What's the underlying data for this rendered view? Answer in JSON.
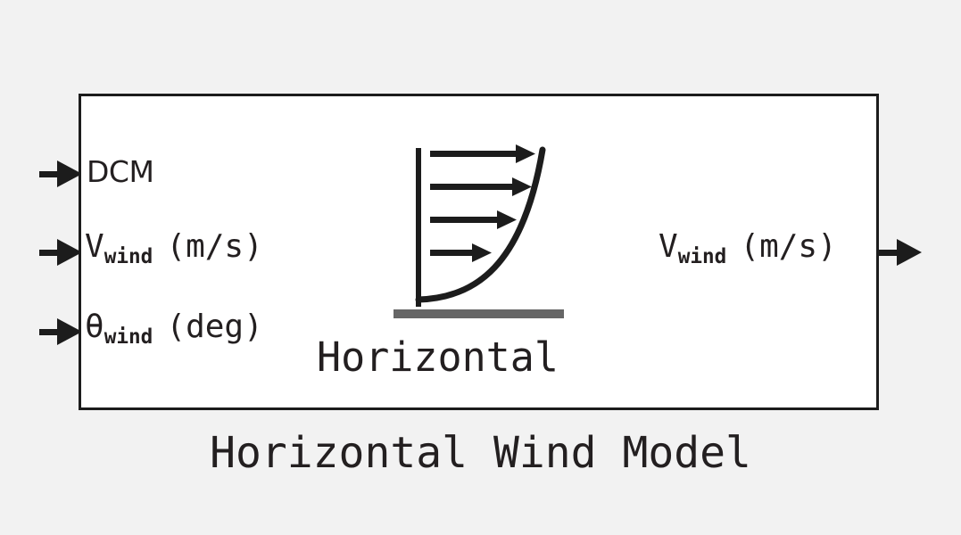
{
  "diagram": {
    "type": "simulink-block",
    "caption": "Horizontal Wind Model",
    "background_color": "#f2f2f2",
    "block": {
      "fill_color": "#ffffff",
      "border_color": "#1c1c1c",
      "inner_label": "Horizontal",
      "icon": {
        "name": "wind-profile-icon",
        "description": "boundary layer horizontal wind profile",
        "ground_color": "#666666",
        "line_color": "#1c1c1c",
        "arrow_count": 4
      }
    },
    "inputs": [
      {
        "label": "DCM",
        "symbol": "DCM",
        "subscript": "",
        "unit": ""
      },
      {
        "label": "Vwind (m/s)",
        "symbol": "V",
        "subscript": "wind",
        "unit": "(m/s)"
      },
      {
        "label": "θwind (deg)",
        "symbol": "θ",
        "subscript": "wind",
        "unit": "(deg)"
      }
    ],
    "outputs": [
      {
        "label": "Vwind (m/s)",
        "symbol": "V",
        "subscript": "wind",
        "unit": "(m/s)"
      }
    ]
  }
}
